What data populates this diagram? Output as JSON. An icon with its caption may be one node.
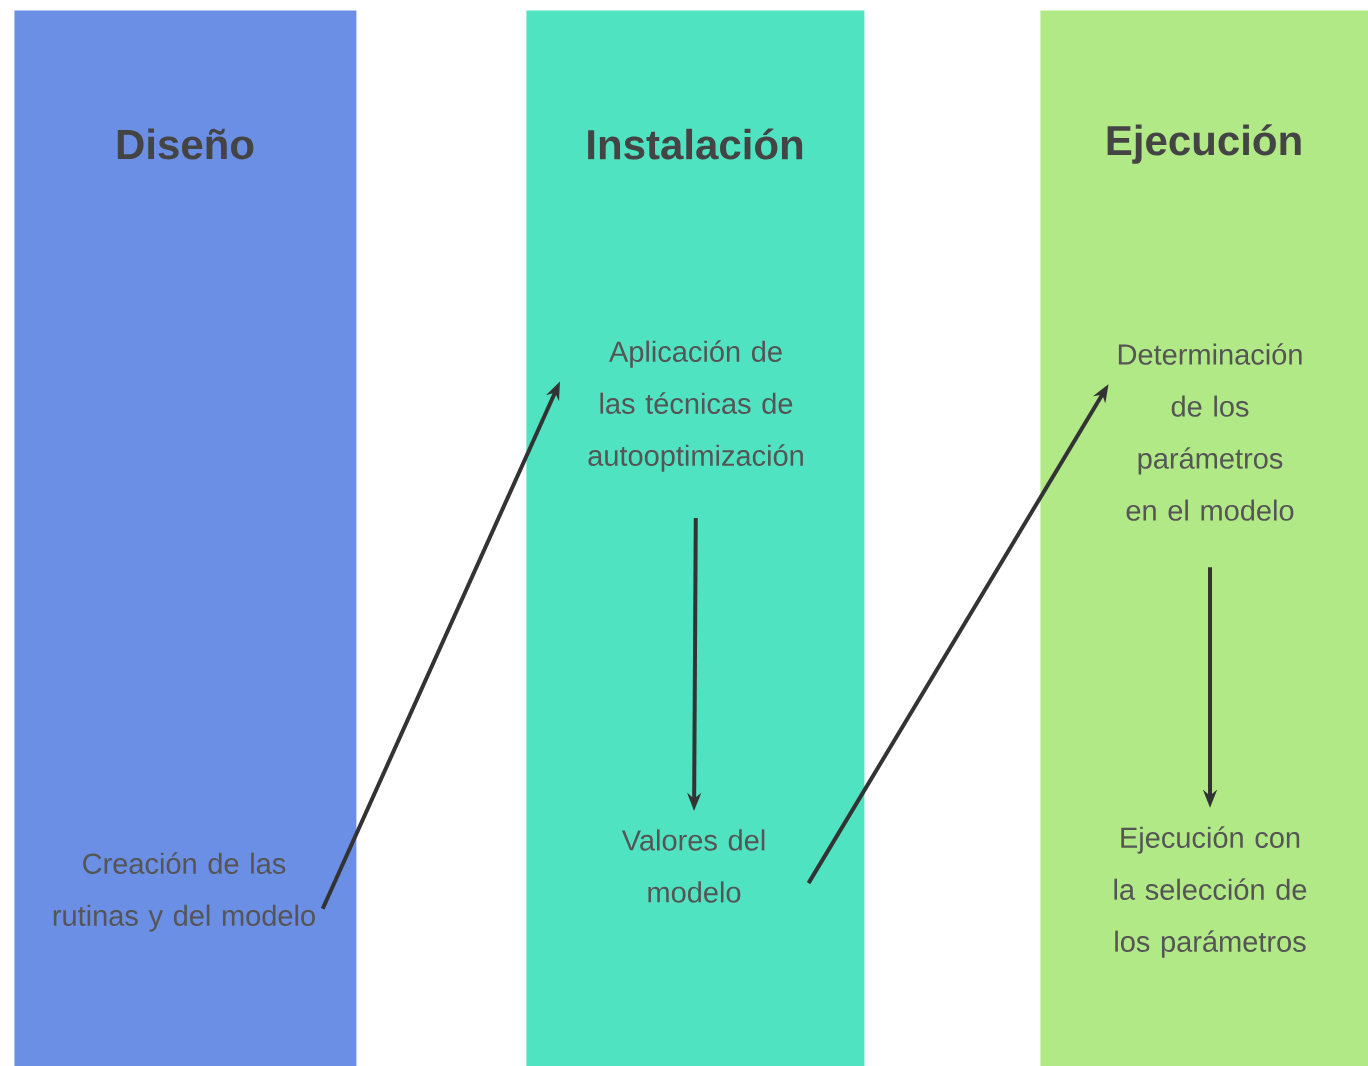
{
  "diagram": {
    "nodes": [
      {
        "text": [
          "Diseño"
        ]
      },
      {
        "text": [
          "Creación de las rutinas y del modelo"
        ],
        "in": 0
      },
      {
        "text": [
          "Instalación"
        ]
      },
      {
        "text": [
          "Aplicación de las técnicas de autooptimización"
        ],
        "in": 2
      },
      {
        "text": [
          "Valores del modelo"
        ],
        "in": 2
      },
      {
        "text": [
          "Ejecución"
        ]
      },
      {
        "text": [
          "Determinación de los parámetros en el modelo"
        ],
        "in": 5
      },
      {
        "text": [
          "Ejecución con la selección de los parámetros"
        ],
        "in": 5
      }
    ],
    "edges": [
      {
        "from": 1,
        "to": 3,
        "arrow": "to"
      },
      {
        "from": 3,
        "to": 4,
        "arrow": "to"
      },
      {
        "from": 4,
        "to": 6,
        "arrow": "to"
      },
      {
        "from": 6,
        "to": 7,
        "arrow": "to"
      }
    ]
  }
}
